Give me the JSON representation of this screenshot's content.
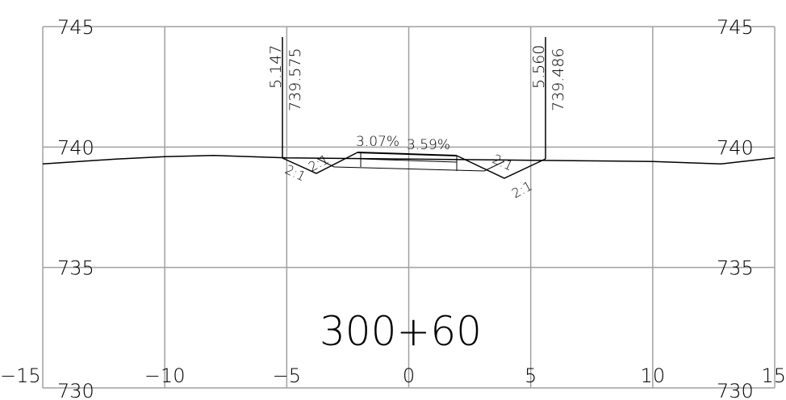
{
  "station_label": "300+60",
  "x_ticks": [
    {
      "value": -15,
      "label": "−15"
    },
    {
      "value": -10,
      "label": "−10"
    },
    {
      "value": -5,
      "label": "−5"
    },
    {
      "value": 0,
      "label": "0"
    },
    {
      "value": 5,
      "label": "5"
    },
    {
      "value": 10,
      "label": "10"
    },
    {
      "value": 15,
      "label": "15"
    }
  ],
  "y_ticks": [
    {
      "value": 745,
      "label": "745"
    },
    {
      "value": 740,
      "label": "740"
    },
    {
      "value": 735,
      "label": "735"
    },
    {
      "value": 730,
      "label": "730"
    }
  ],
  "left_catch": {
    "offset": "5.147",
    "elevation": "739.575"
  },
  "right_catch": {
    "offset": "5.560",
    "elevation": "739.486"
  },
  "cross_slopes": {
    "left": "3.07%",
    "right": "3.59%"
  },
  "side_slopes": {
    "left_inner": "2:1",
    "left_outer": "2:1",
    "right_inner": "2:1",
    "right_outer": "2:1"
  },
  "colors": {
    "grid": "#a0a0a0",
    "line": "#000000",
    "background": "#ffffff"
  },
  "chart_data": {
    "type": "line",
    "xlim": [
      -15,
      15
    ],
    "ylim": [
      730,
      745
    ],
    "grid": true,
    "series": [
      {
        "points": [
          [
            -15,
            739.3
          ],
          [
            -12,
            739.5
          ],
          [
            -10,
            739.6
          ],
          [
            -8,
            739.65
          ],
          [
            -5,
            739.55
          ],
          [
            0,
            739.5
          ],
          [
            5,
            739.45
          ],
          [
            10,
            739.4
          ],
          [
            12.8,
            739.3
          ],
          [
            15,
            739.55
          ]
        ]
      },
      {
        "points": [
          [
            -5.15,
            739.575
          ],
          [
            -3.8,
            738.9
          ],
          [
            -2.2,
            739.75
          ],
          [
            2.0,
            739.6
          ],
          [
            3.8,
            738.85
          ],
          [
            5.56,
            739.486
          ]
        ]
      }
    ]
  }
}
